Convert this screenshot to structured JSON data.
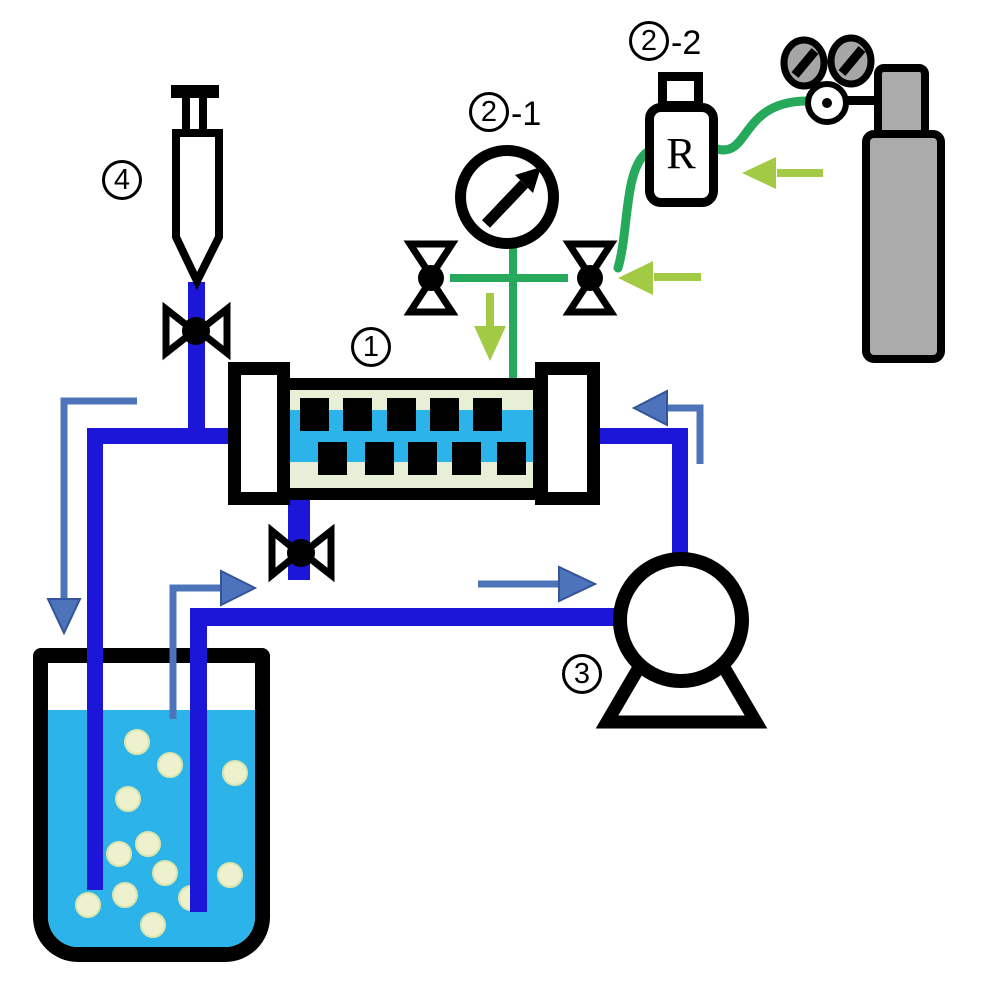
{
  "labels": {
    "module": {
      "number": "1"
    },
    "gauge": {
      "number": "2",
      "suffix": "-1"
    },
    "reservoir": {
      "number": "2",
      "suffix": "-2"
    },
    "pump": {
      "number": "3"
    },
    "syringe": {
      "number": "4"
    },
    "reservoir_letter": "R"
  },
  "colors": {
    "pipe_blue": "#1b16d8",
    "liquid_cyan": "#2bb3ea",
    "membrane_background_green": "#e7f0d6",
    "gas_tube_green": "#27a95c",
    "arrow_yellow_green": "#a2ca45",
    "arrow_steel_blue": "#4d74ba",
    "cylinder_gray": "#ababab",
    "bubble_cream": "#edf1cd",
    "outline_black": "#000000"
  },
  "icons": {
    "valve": "bowtie-valve",
    "pressure_gauge": "dial-with-needle",
    "pump": "circle-on-stand",
    "gas_cylinder": "gray-bottle-with-regulator",
    "regulator": "two-gauges-and-outlet",
    "syringe": "syringe",
    "beaker": "beaker-with-bubbling-liquid",
    "flow_arrow": "direction-arrow"
  }
}
